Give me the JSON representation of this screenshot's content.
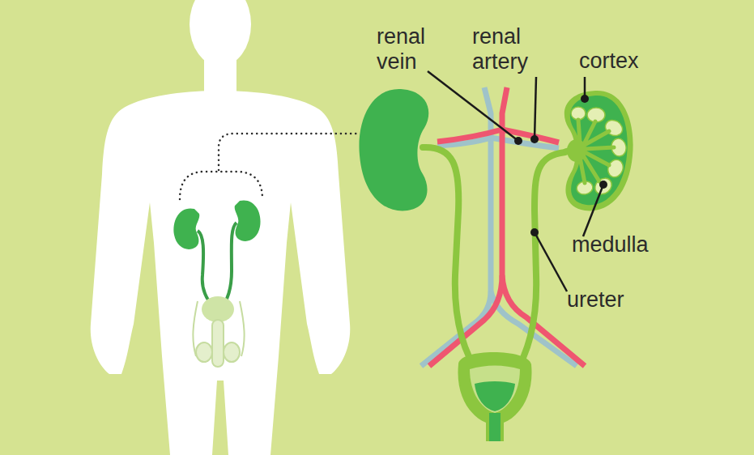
{
  "diagram": {
    "labels": [
      "renal vein",
      "renal artery",
      "cortex",
      "medulla",
      "ureter"
    ]
  }
}
